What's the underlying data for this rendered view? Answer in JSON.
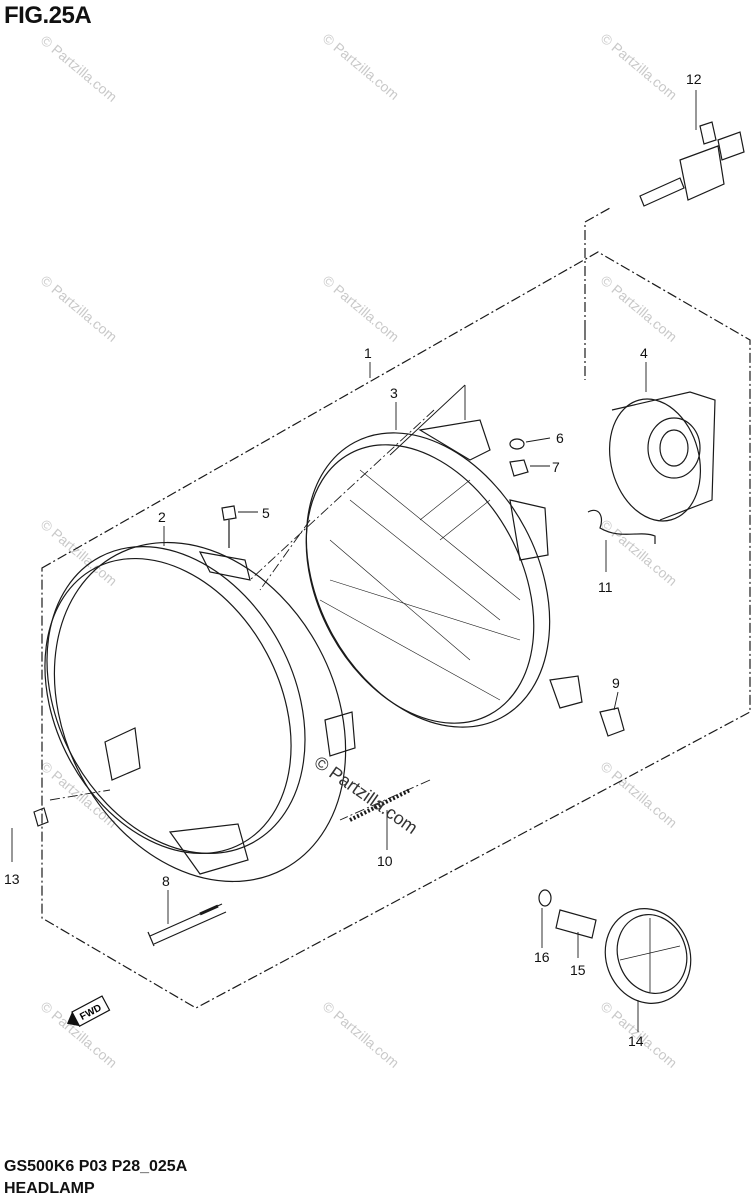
{
  "figure": {
    "title": "FIG.25A",
    "model_code": "GS500K6 P03 P28_025A",
    "section_name": "HEADLAMP"
  },
  "watermark": {
    "text": "© Partzilla.com",
    "center_text": "© Partzilla.com"
  },
  "fwd_badge": "FWD",
  "callouts": [
    "1",
    "2",
    "3",
    "4",
    "5",
    "6",
    "7",
    "8",
    "9",
    "10",
    "11",
    "12",
    "13",
    "14",
    "15",
    "16"
  ]
}
